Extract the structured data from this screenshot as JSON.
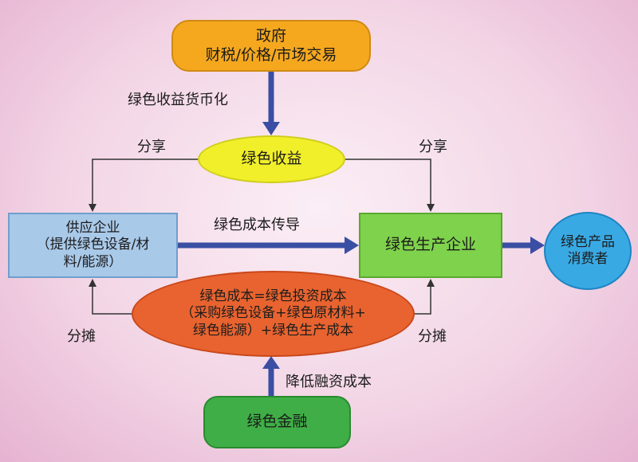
{
  "nodes": {
    "government": {
      "line1": "政府",
      "line2": "财税/价格/市场交易"
    },
    "green_income": {
      "text": "绿色收益"
    },
    "supplier": {
      "line1": "供应企业",
      "line2": "（提供绿色设备/材",
      "line3": "料/能源）"
    },
    "green_producer": {
      "text": "绿色生产企业"
    },
    "consumer": {
      "line1": "绿色产品",
      "line2": "消费者"
    },
    "green_cost": {
      "line1": "绿色成本=绿色投资成本",
      "line2": "（采购绿色设备+绿色原材料+",
      "line3": "绿色能源）+绿色生产成本"
    },
    "green_finance": {
      "text": "绿色金融"
    }
  },
  "edge_labels": {
    "monetize": "绿色收益货币化",
    "share_left": "分享",
    "share_right": "分享",
    "cost_transfer": "绿色成本传导",
    "allocate_left": "分摊",
    "allocate_right": "分摊",
    "reduce_financing": "降低融资成本"
  },
  "colors": {
    "blue_arrow": "#3a4fa3",
    "connector": "#333333"
  }
}
